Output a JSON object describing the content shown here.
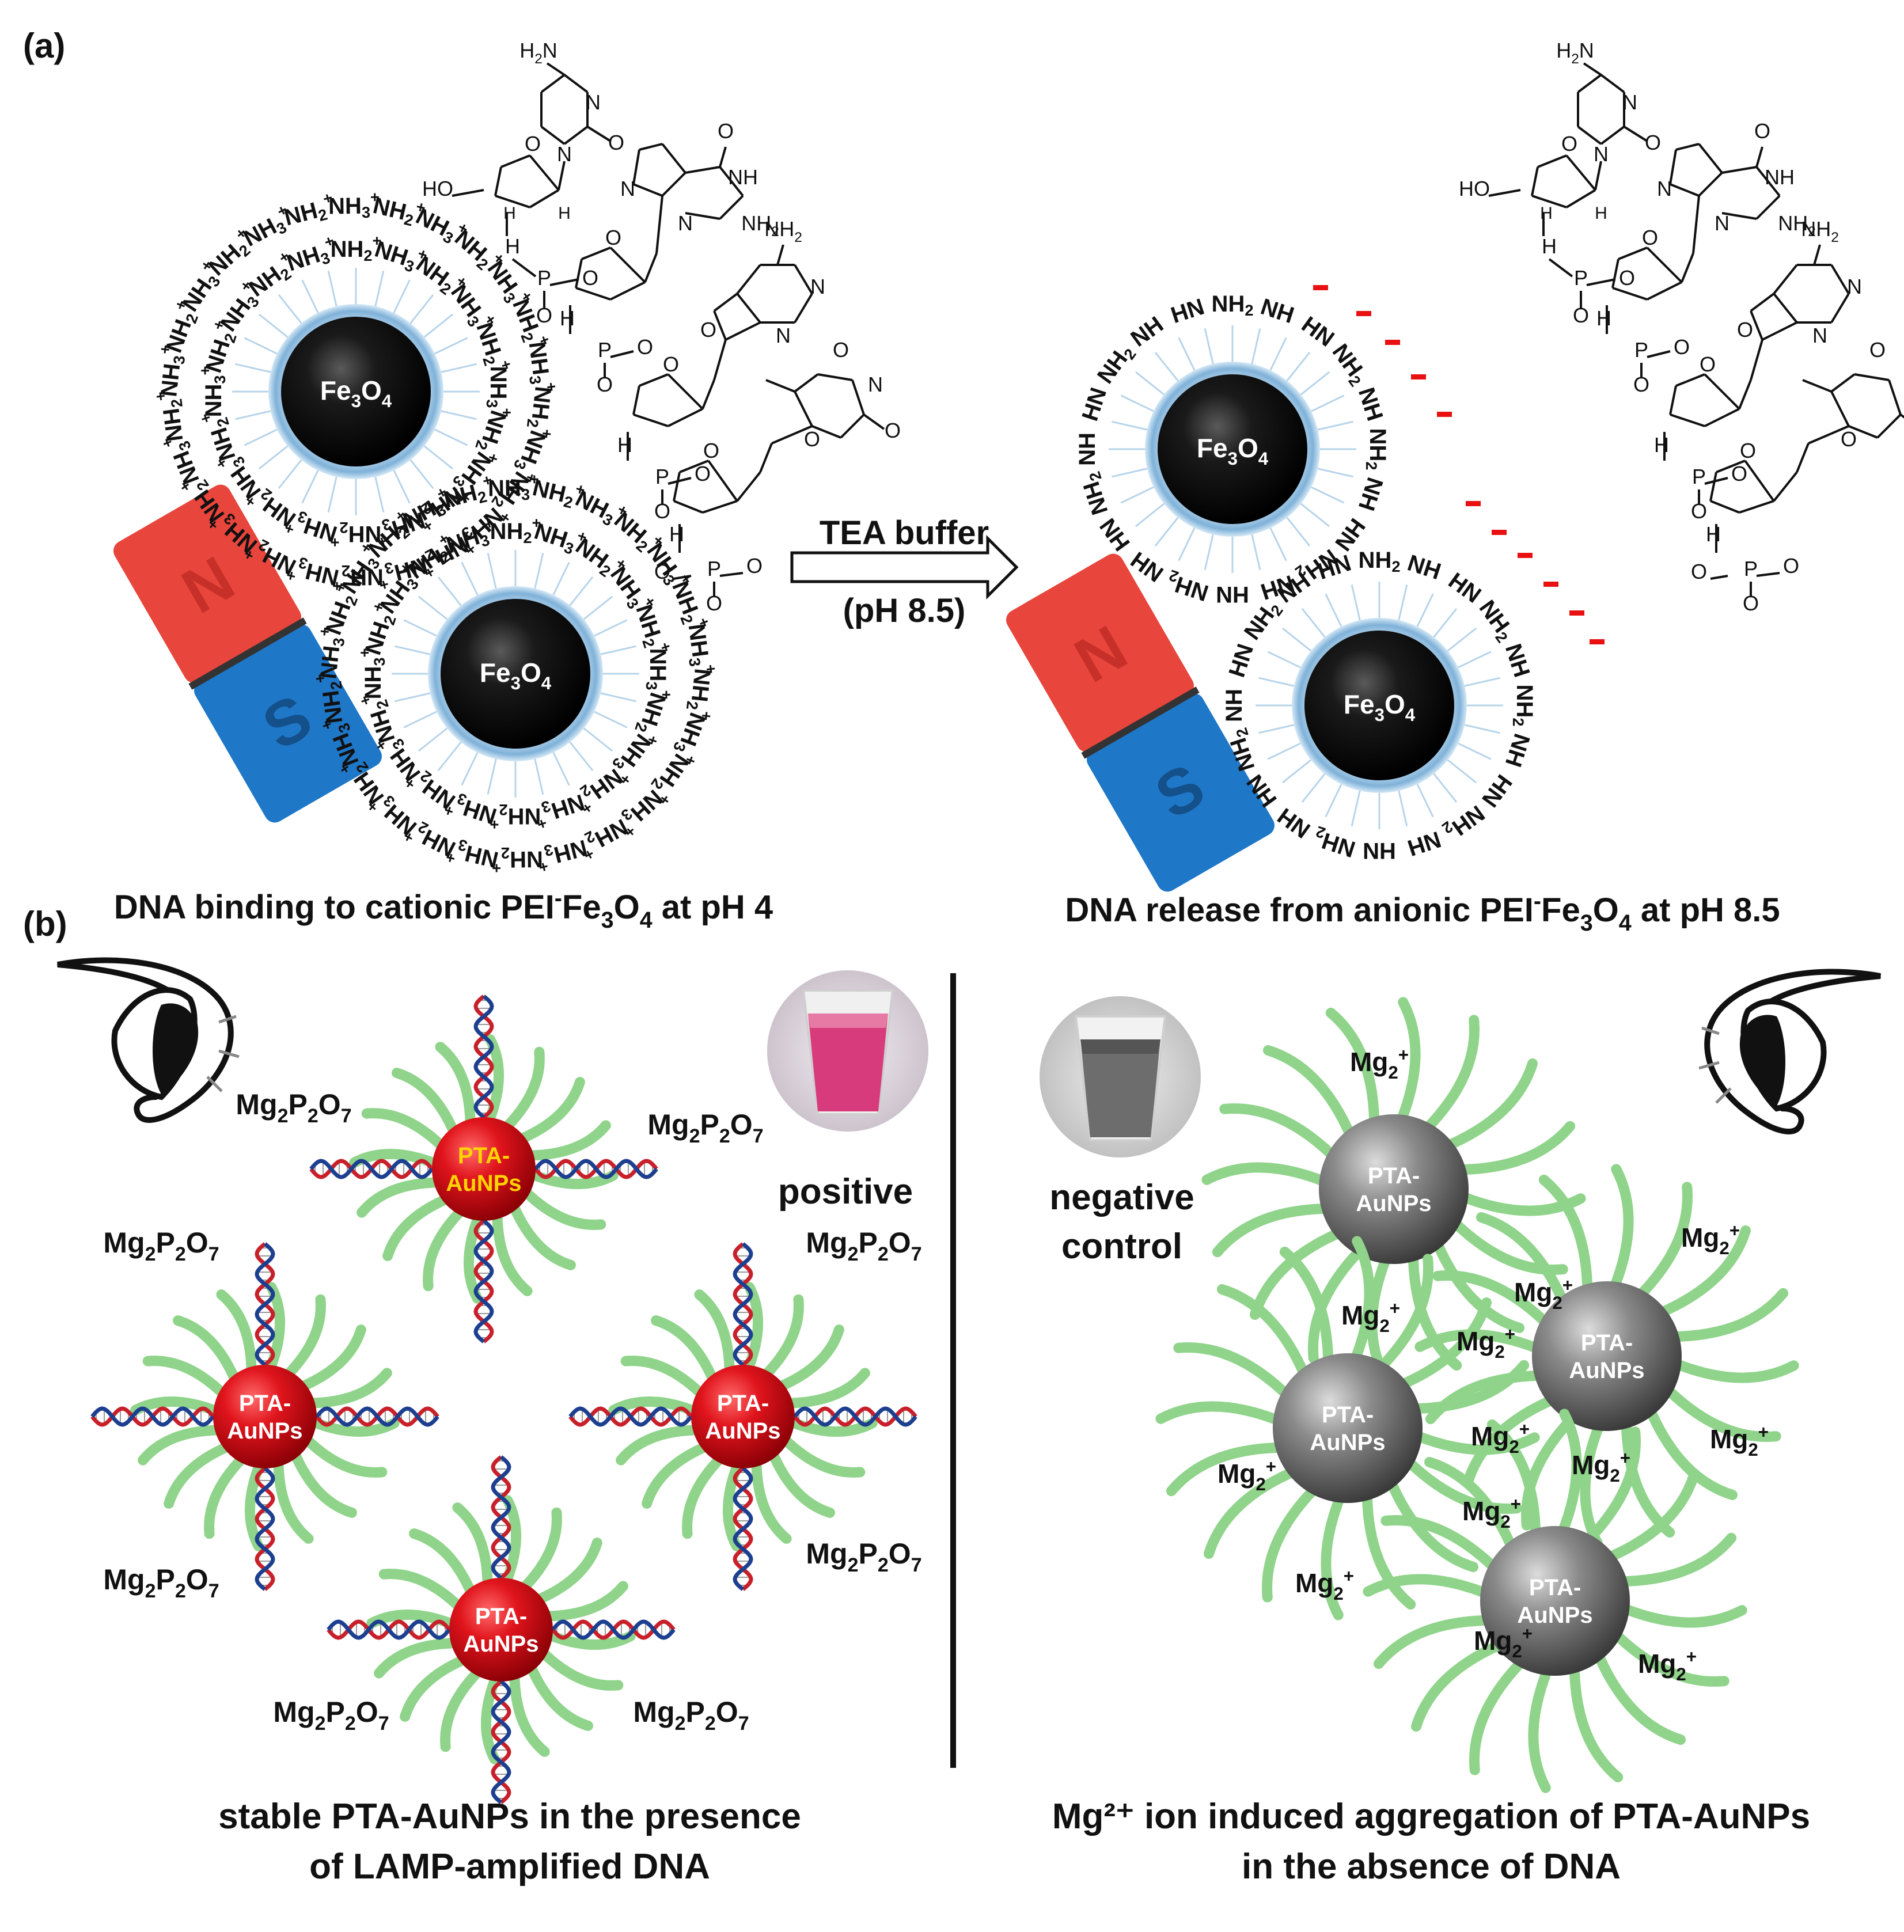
{
  "panel_a": {
    "label": "(a)",
    "arrow": {
      "top": "TEA buffer",
      "bottom": "(pH 8.5)"
    },
    "core_label": "Fe3O4",
    "magnet": {
      "north": "N",
      "south": "S"
    },
    "groups_cationic": [
      "NH3+",
      "NH2+"
    ],
    "groups_anionic": [
      "NH2",
      "NH",
      "HN"
    ],
    "caption_left": "DNA binding to cationic PEI-Fe3O4 at pH 4",
    "caption_right": "DNA release from anionic PEI-Fe3O4 at pH 8.5",
    "mol_labels": [
      "H2N",
      "N",
      "O",
      "HO",
      "O",
      "H",
      "H",
      "H",
      "H",
      "O",
      "P",
      "O",
      "O",
      "N",
      "N",
      "NH",
      "NH2",
      "O",
      "N",
      "N",
      "NH2",
      "N",
      "N",
      "N",
      "O",
      "NH",
      "O",
      "N",
      "P"
    ]
  },
  "panel_b": {
    "label": "(b)",
    "particle_label": [
      "PTA-",
      "AuNPs"
    ],
    "product_label": "Mg2P2O7",
    "ion_label": "Mg2+",
    "positive_label": "positive",
    "negative_label": [
      "negative",
      "control"
    ],
    "caption_left": [
      "stable PTA-AuNPs in the presence",
      "of LAMP-amplified DNA"
    ],
    "caption_right": [
      "Mg²⁺ ion induced aggregation of PTA-AuNPs",
      "in the absence of DNA"
    ]
  },
  "colors": {
    "magnet_north": "#e8453c",
    "magnet_south": "#1f77c8",
    "gold_positive": "#d8121a",
    "gold_negative": "#6a6a6a",
    "ligand": "#8fd48a",
    "dna_strand_a": "#c8202a",
    "dna_strand_b": "#1d3f8f"
  }
}
